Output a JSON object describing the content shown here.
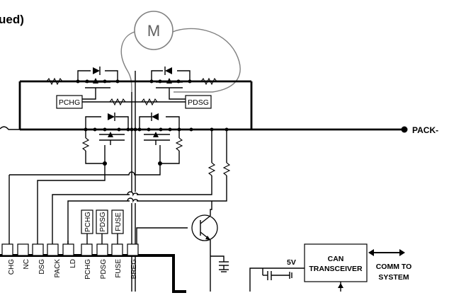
{
  "diagram": {
    "title_fragment": "ued)",
    "motor_label": "M",
    "pack_minus_label": "PACK-",
    "switch_boxes": {
      "left": "PCHG",
      "right": "PDSG"
    },
    "vertical_boxes": [
      "PCHG",
      "PDSG",
      "FUSE"
    ],
    "pins": [
      "CHG",
      "NC",
      "DSG",
      "PACK",
      "LD",
      "PCHG",
      "PDSG",
      "FUSE",
      "BREG"
    ],
    "supply_label": "5V",
    "can_box": {
      "line1": "CAN",
      "line2": "TRANSCEIVER"
    },
    "comm": {
      "line1": "COMM TO",
      "line2": "SYSTEM"
    }
  }
}
